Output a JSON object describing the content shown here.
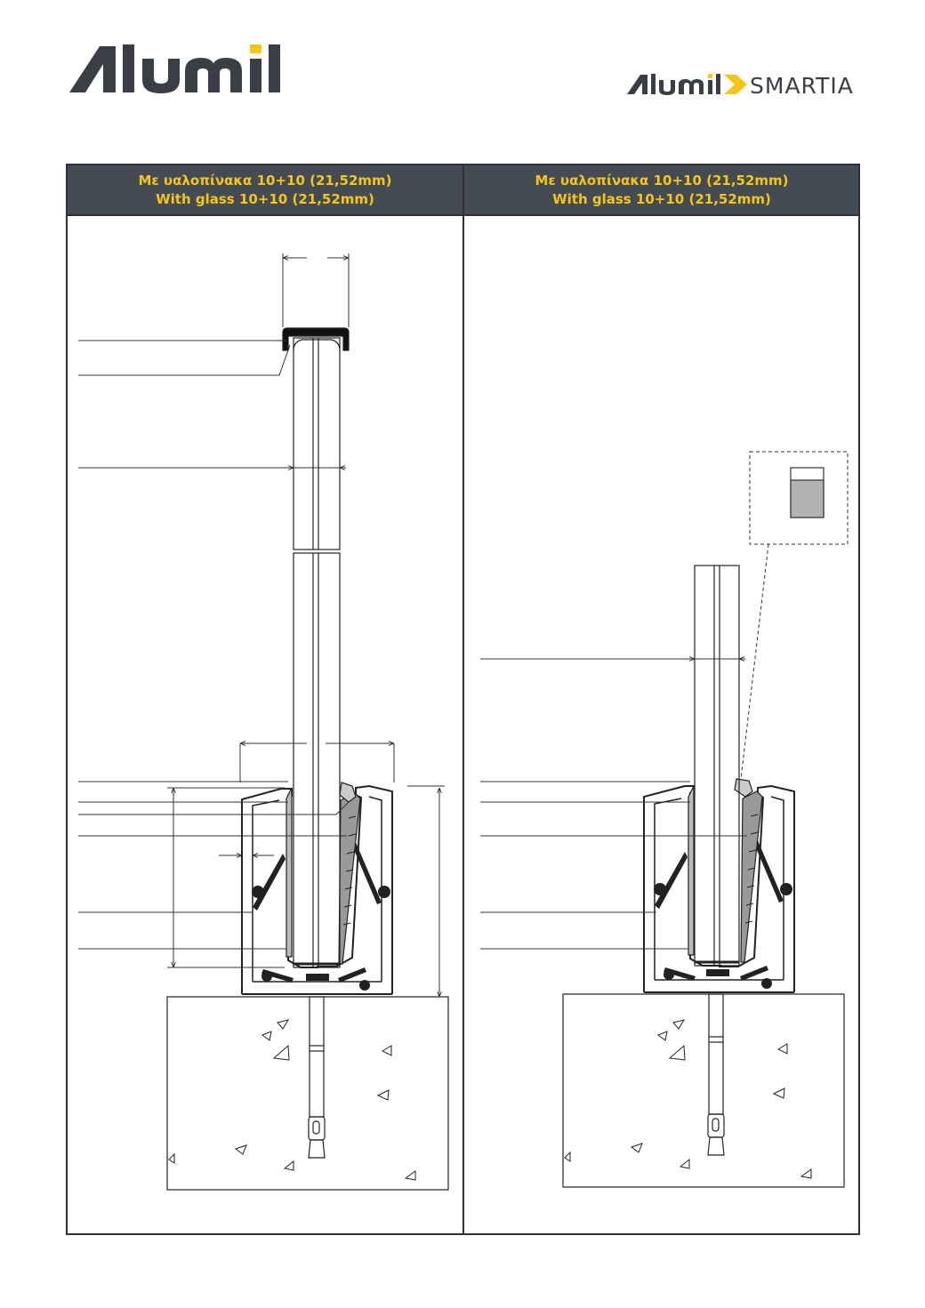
{
  "brand": {
    "logo_text": "Alumil",
    "sub_brand": "Alumil",
    "product_line": "SMARTIA",
    "accent_color": "#f5c518",
    "dark_color": "#3a3f45"
  },
  "table": {
    "header_color": "#444b53",
    "columns": [
      {
        "greek": "Με υαλοπίνακα 10+10 (21,52mm)",
        "english": "With glass 10+10 (21,52mm)"
      },
      {
        "greek": "Με υαλοπίνακα 10+10 (21,52mm)",
        "english": "With glass 10+10 (21,52mm)"
      }
    ]
  },
  "drawings": [
    {
      "name": "section-with-handrail",
      "has_handrail_cap": true
    },
    {
      "name": "section-with-detail",
      "has_detail_callout": true
    }
  ]
}
